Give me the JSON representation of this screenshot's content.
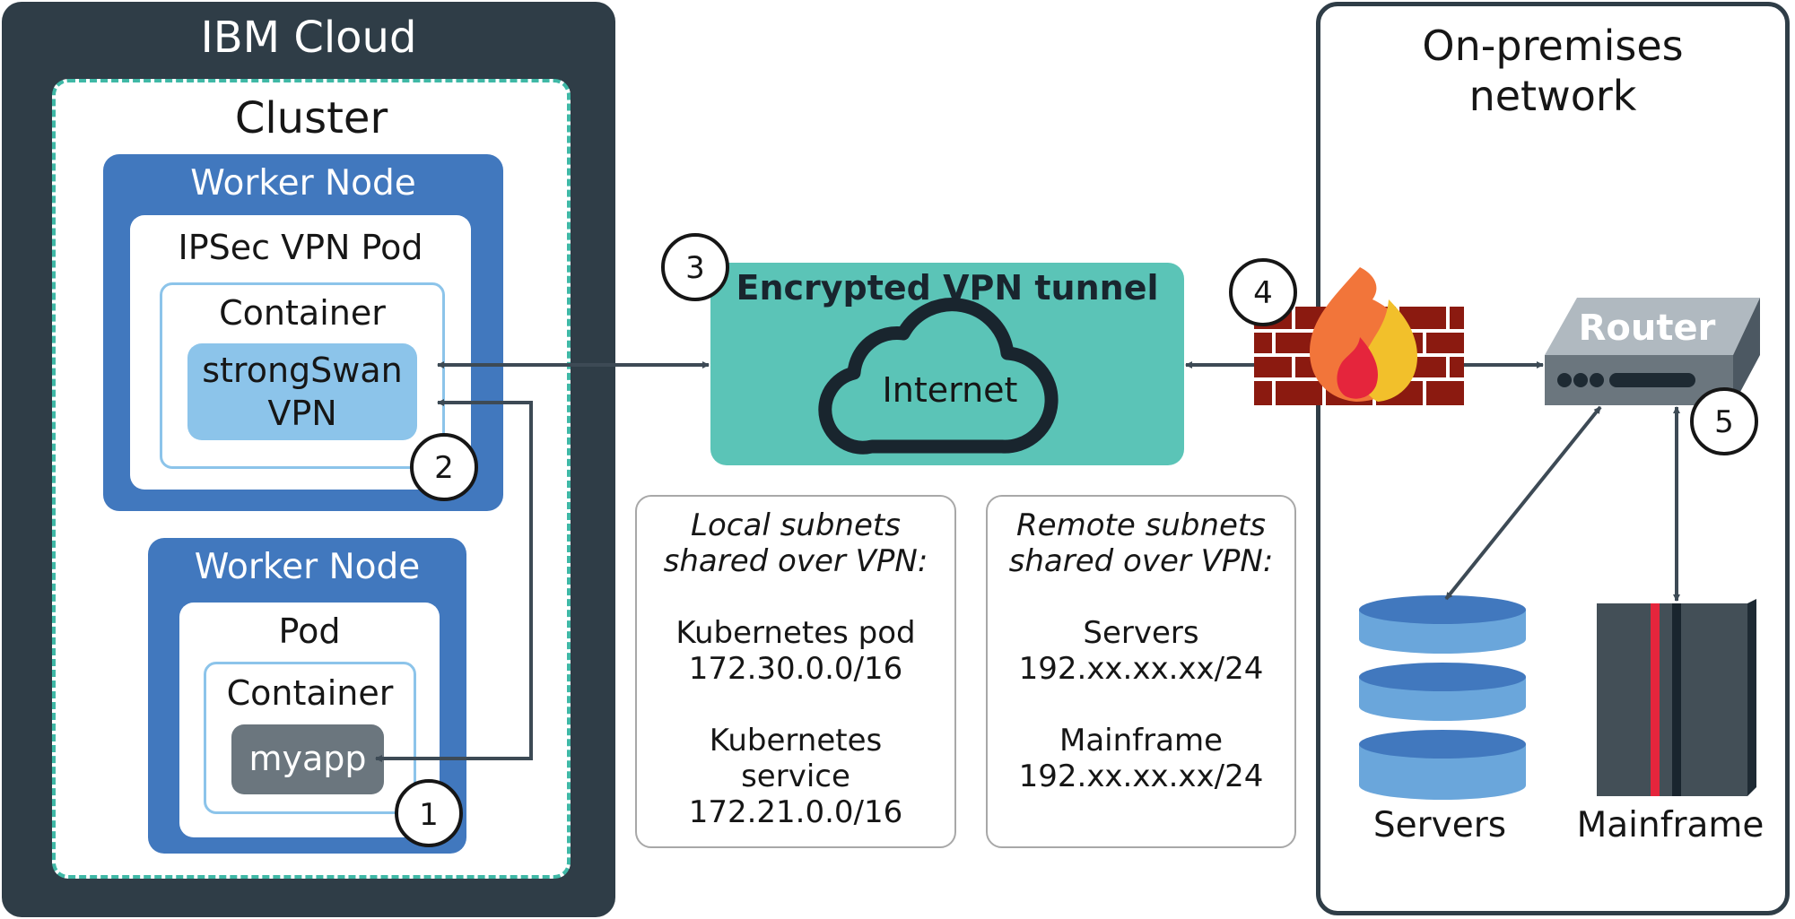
{
  "ibm_cloud": {
    "title": "IBM Cloud"
  },
  "cluster": {
    "title": "Cluster"
  },
  "worker_nodes": [
    {
      "title": "Worker Node",
      "pod": "IPSec VPN Pod",
      "container": "Container",
      "app": "strongSwan\nVPN"
    },
    {
      "title": "Worker Node",
      "pod": "Pod",
      "container": "Container",
      "app": "myapp"
    }
  ],
  "tunnel": {
    "title": "Encrypted VPN tunnel",
    "cloud_label": "Internet"
  },
  "on_premises": {
    "title": "On-premises\nnetwork",
    "router_label": "Router",
    "servers_label": "Servers",
    "mainframe_label": "Mainframe"
  },
  "local_subnets": {
    "heading": "Local subnets\nshared over VPN:",
    "entries": [
      "Kubernetes pod\n172.30.0.0/16",
      "Kubernetes\nservice\n172.21.0.0/16"
    ]
  },
  "remote_subnets": {
    "heading": "Remote subnets\nshared over VPN:",
    "entries": [
      "Servers\n192.xx.xx.xx/24",
      "Mainframe\n192.xx.xx.xx/24"
    ]
  },
  "steps": [
    "1",
    "2",
    "3",
    "4",
    "5"
  ],
  "icons": [
    "cloud-icon",
    "firewall-icon",
    "flame-icon",
    "router-icon",
    "database-icon",
    "mainframe-icon"
  ],
  "colors": {
    "dark_panel": "#2f3d47",
    "worker_blue": "#4178be",
    "light_blue": "#8cc4ea",
    "teal": "#5bc4b7",
    "dashed_teal": "#3fb8a6",
    "arrow": "#3d4a55",
    "brick": "#8b1a10",
    "flame_orange": "#f2753a",
    "flame_red": "#e5253c",
    "flame_yellow": "#f2c02b"
  }
}
